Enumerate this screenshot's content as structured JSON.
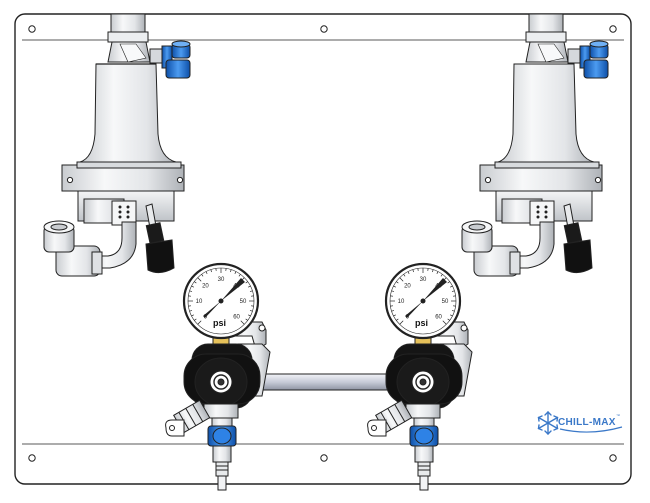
{
  "brand": {
    "name": "CHILL-MAX",
    "trademark": "™",
    "color": "#3a78c8"
  },
  "gauges": [
    {
      "unit": "psi",
      "scale": [
        "0",
        "10",
        "20",
        "30",
        "40",
        "50",
        "60"
      ]
    },
    {
      "unit": "psi",
      "scale": [
        "0",
        "10",
        "20",
        "30",
        "40",
        "50",
        "60"
      ]
    }
  ],
  "colors": {
    "line": "#222222",
    "panel": "#ffffff",
    "fitting_blue": "#1f6fd1",
    "steel_light": "#e6e8ea",
    "steel_mid": "#b9bdc2",
    "knob": "#111111",
    "brass": "#e6c15a"
  },
  "icons": {
    "logo": "snowflake-icon"
  }
}
